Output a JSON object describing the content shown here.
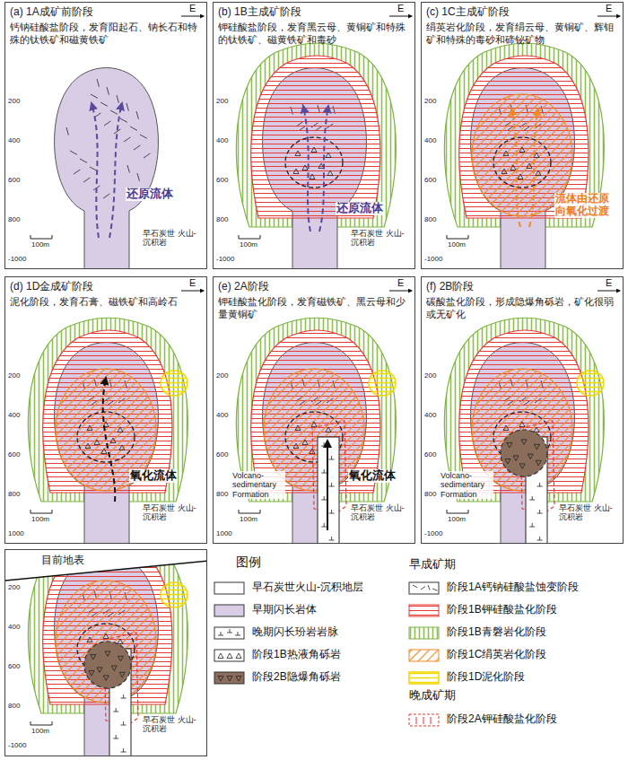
{
  "diagram": {
    "nodes": [
      {
        "text": [
          "(a) 1A成矿前阶段",
          "钙钠硅酸盐阶段，发育阳起石、钠长石和特殊的钛铁矿和磁黄铁矿"
        ]
      },
      {
        "text": [
          "(b) 1B主成矿阶段",
          "钾硅酸盐阶段，发育黑云母、黄铜矿和特殊的钛铁矿、磁黄铁矿和毒砂"
        ]
      },
      {
        "text": [
          "(c) 1C主成矿阶段",
          "绢英岩化阶段，发育绢云母、黄铜矿、辉钼矿和特殊的毒砂和碲铋矿物"
        ]
      },
      {
        "text": [
          "(d) 1D金成矿阶段",
          "泥化阶段，发育石膏、磁铁矿和高岭石"
        ]
      },
      {
        "text": [
          "(e) 2A阶段",
          "钾硅酸盐化阶段，发育磁铁矿、黑云母和少量黄铜矿"
        ]
      },
      {
        "text": [
          "(f) 2B阶段",
          "碳酸盐化阶段，形成隐爆角砾岩，矿化很弱或无矿化"
        ]
      },
      {
        "text": [
          "目前地表"
        ]
      }
    ],
    "labels": [
      "E",
      "200",
      "400",
      "600",
      "800",
      "-1000",
      "还原流体",
      "100m",
      "早石炭世 火山-沉积岩",
      "E",
      "200",
      "400",
      "600",
      "800",
      "-1000",
      "还原流体",
      "100m",
      "早石炭世 火山-沉积岩",
      "E",
      "200",
      "400",
      "600",
      "800",
      "-1000",
      "流体由还原 向氧化过渡",
      "100m",
      "E",
      "200",
      "400",
      "600",
      "800",
      "1000",
      "氧化流体",
      "100m",
      "早石炭世 火山-沉积岩",
      "E",
      "200",
      "400",
      "600",
      "800",
      "1000",
      "Volcano-sedimentary Formation",
      "氧化流体",
      "100m",
      "早石炭世 火山-沉积岩",
      "E",
      "200",
      "400",
      "600",
      "800",
      "-1000",
      "Volcano-sedimentary Formation",
      "100m",
      "早石炭世 火山-沉积岩",
      "200",
      "400",
      "600",
      "800",
      "-1000",
      "100m",
      "早石炭世 火山-沉积岩",
      "图例",
      "早成矿期",
      "晚成矿期"
    ],
    "legend": [
      {
        "text": "早石炭世火山-沉积地层",
        "color": "#ffffff"
      },
      {
        "text": "早期闪长岩体",
        "color": "#d9cde6"
      },
      {
        "text": "晚期闪长玢岩岩脉"
      },
      {
        "text": "阶段1B热液角砾岩"
      },
      {
        "text": "阶段2B隐爆角砾岩"
      },
      {
        "text": "阶段1A钙钠硅酸盐蚀变阶段"
      },
      {
        "text": "阶段1B钾硅酸盐化阶段"
      },
      {
        "text": "阶段1B青磐岩化阶段"
      },
      {
        "text": "阶段1C绢英岩化阶段"
      },
      {
        "text": "阶段1D泥化阶段"
      },
      {
        "text": "阶段2A钾硅酸盐化阶段"
      }
    ]
  }
}
